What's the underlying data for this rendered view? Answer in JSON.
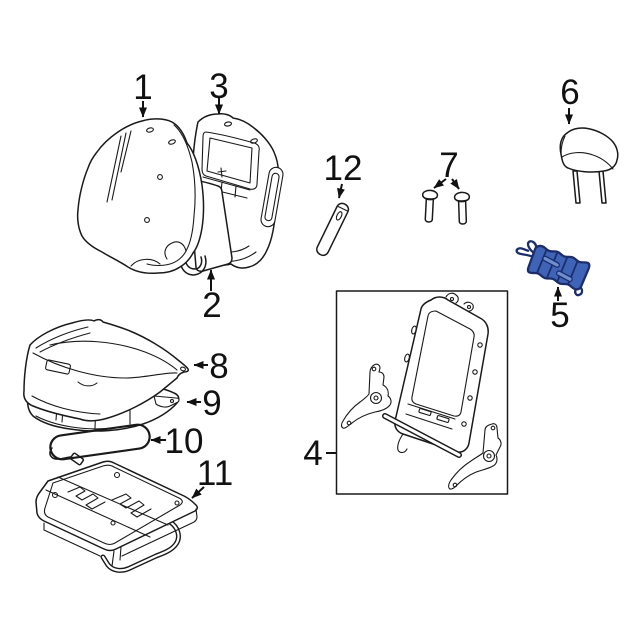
{
  "diagram": {
    "type": "exploded-parts-diagram",
    "subject": "front-seat-components",
    "background": "#ffffff",
    "line_color": "#1a1a1a",
    "label_color": "#111111",
    "highlight_part": {
      "number": "5",
      "fill": "#3f63b6",
      "stroke": "#1c2d6b",
      "slot_fill": "#6f8fd0"
    },
    "callouts": [
      {
        "label": "1",
        "part": "seat-back-cushion"
      },
      {
        "label": "2",
        "part": "seat-back-inner-pad"
      },
      {
        "label": "3",
        "part": "seat-back-trim-panel"
      },
      {
        "label": "4",
        "part": "seat-back-frame-assembly"
      },
      {
        "label": "5",
        "part": "lumbar-support-unit"
      },
      {
        "label": "6",
        "part": "headrest"
      },
      {
        "label": "7",
        "part": "mounting-bolts"
      },
      {
        "label": "8",
        "part": "seat-cushion-cover"
      },
      {
        "label": "9",
        "part": "seat-cushion-pad"
      },
      {
        "label": "10",
        "part": "cushion-support-wire"
      },
      {
        "label": "11",
        "part": "seat-track-frame"
      },
      {
        "label": "12",
        "part": "side-shield-trim"
      }
    ]
  }
}
